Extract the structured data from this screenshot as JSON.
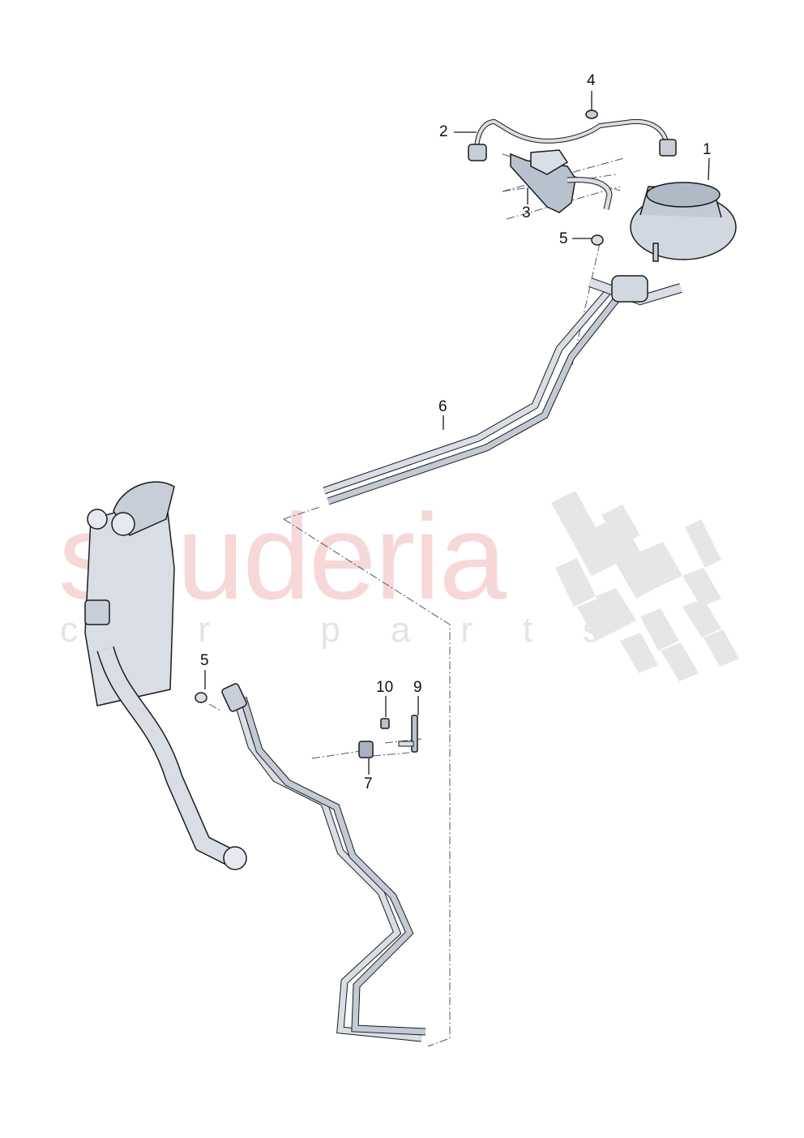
{
  "watermark": {
    "brand": "scuderia",
    "tagline": "car parts",
    "brand_color": "#f6d8d8",
    "tagline_color": "#e4e4e4",
    "flag_icon": "checkered-flag-icon"
  },
  "diagram": {
    "line_color": "#1a1a1a",
    "part_fill": "#d9dee6",
    "part_shade": "#b8c2cf",
    "leader_color": "#4a5a70"
  },
  "callouts": [
    {
      "id": "1",
      "label": "1",
      "part": "fuel-pump-flange"
    },
    {
      "id": "2",
      "label": "2",
      "part": "fuel-line-upper"
    },
    {
      "id": "3",
      "label": "3",
      "part": "bracket-with-hose"
    },
    {
      "id": "4",
      "label": "4",
      "part": "nut"
    },
    {
      "id": "5a",
      "label": "5",
      "part": "hose-clamp-upper"
    },
    {
      "id": "6",
      "label": "6",
      "part": "fuel-line-bundle-upper"
    },
    {
      "id": "5b",
      "label": "5",
      "part": "hose-clamp-lower"
    },
    {
      "id": "10",
      "label": "10",
      "part": "nut-small"
    },
    {
      "id": "9",
      "label": "9",
      "part": "stud-bracket"
    },
    {
      "id": "7",
      "label": "7",
      "part": "clip-holder"
    }
  ]
}
